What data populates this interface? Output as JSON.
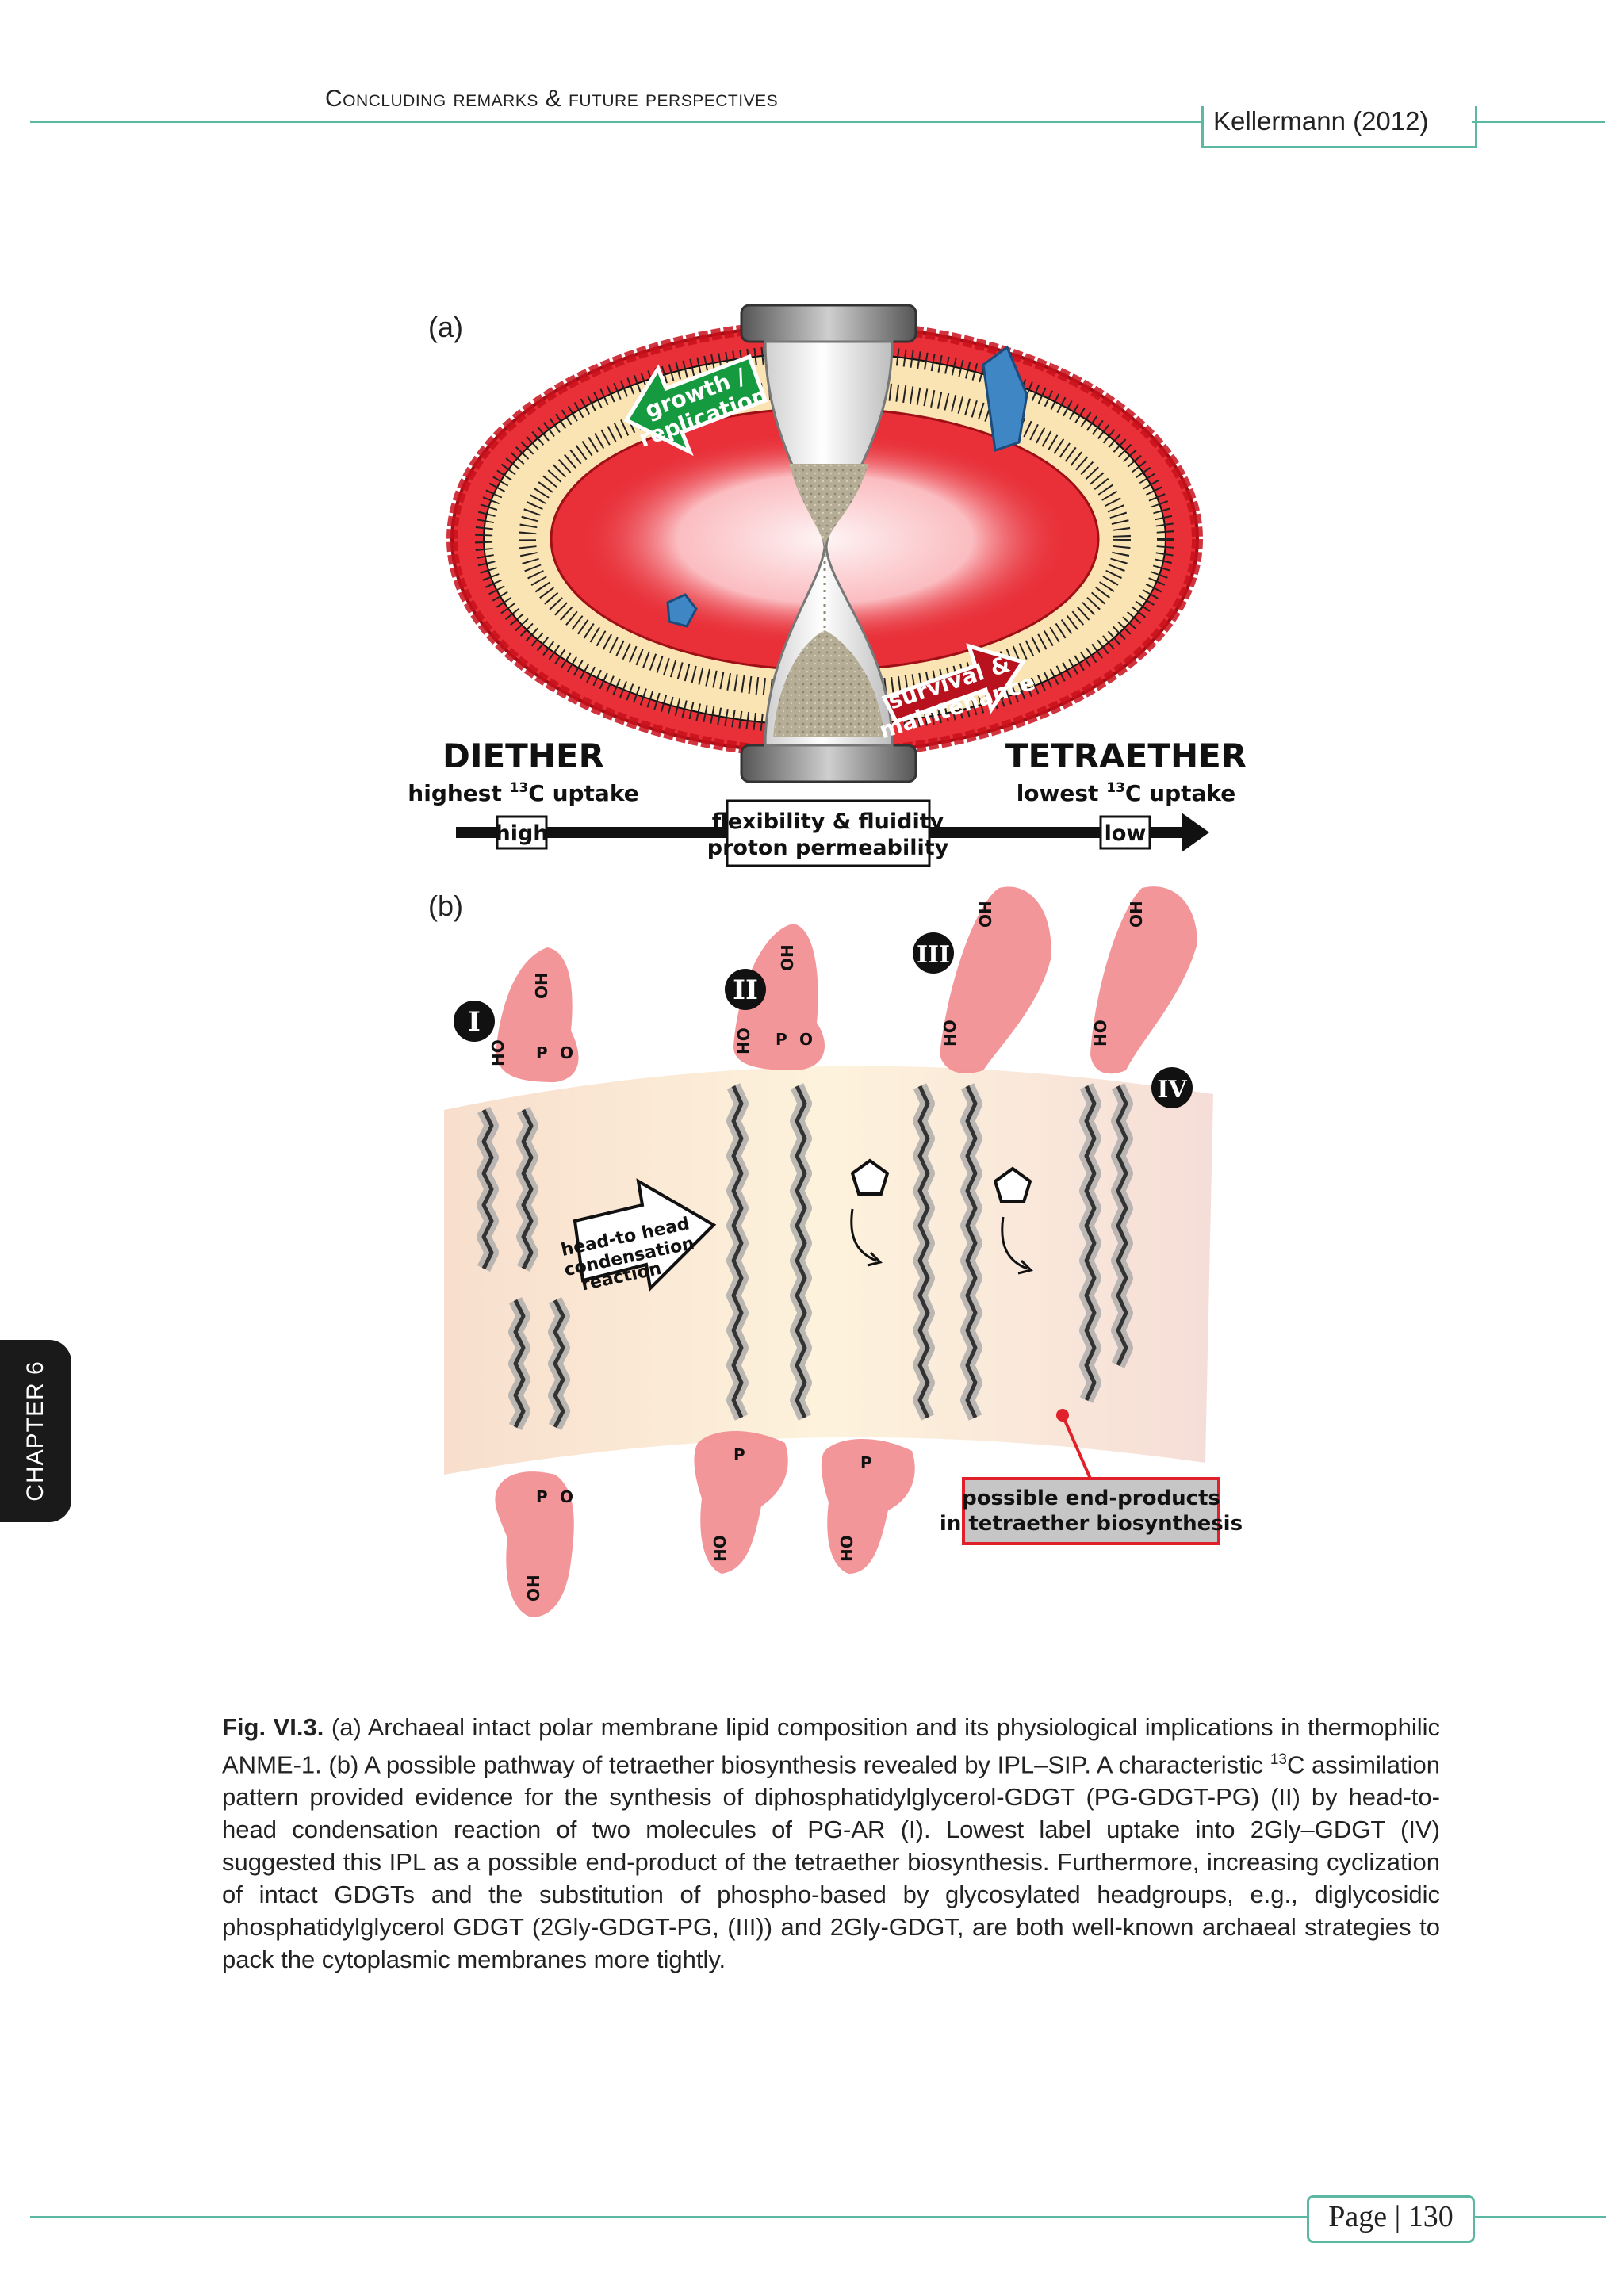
{
  "header": {
    "running_title": "Concluding remarks & future perspectives",
    "author_year": "Kellermann (2012)"
  },
  "chapter_tab": {
    "label": "CHAPTER 6"
  },
  "figure": {
    "panel_a": {
      "label": "(a)",
      "growth_arrow": [
        "growth /",
        "replication"
      ],
      "survival_arrow": [
        "survival &",
        "maintenance"
      ],
      "left_title": "DIETHER",
      "right_title": "TETRAETHER",
      "left_sub_prefix": "highest ",
      "left_sub_sup": "13",
      "left_sub_suffix": "C uptake",
      "right_sub_prefix": "lowest ",
      "right_sub_sup": "13",
      "right_sub_suffix": "C uptake",
      "high": "high",
      "low": "low",
      "center_box": [
        "flexibility & fluidity",
        "proton permeability"
      ]
    },
    "panel_b": {
      "label": "(b)",
      "roman": [
        "I",
        "II",
        "III",
        "IV"
      ],
      "reaction_arrow": [
        "head-to head",
        "condensation",
        "reaction"
      ],
      "end_products": [
        "possible end-products",
        "in tetraether biosynthesis"
      ],
      "oh": "OH",
      "ho": "HO",
      "p": "P",
      "o": "O"
    }
  },
  "caption": {
    "fig_label": "Fig. VI.3.",
    "part1": " (a) Archaeal intact polar membrane lipid composition and its physiological implications in thermophilic ANME-1. (b) A possible pathway of tetraether biosynthesis revealed by IPL–SIP. A characteristic ",
    "sup": "13",
    "part2": "C assimilation pattern provided evidence for the synthesis of diphosphatidylglycerol-GDGT (PG-GDGT-PG) (II) by head-to-head condensation reaction of two molecules of PG-AR (I). Lowest label uptake into 2Gly–GDGT (IV) suggested this IPL as a possible end-product of the tetraether biosynthesis. Furthermore, increasing cyclization of intact GDGTs and the substitution of phospho-based by glycosylated headgroups, e.g., diglycosidic phosphatidylglycerol GDGT (2Gly-GDGT-PG, (III)) and 2Gly-GDGT, are both well-known archaeal strategies to pack the cytoplasmic membranes more tightly."
  },
  "footer": {
    "page": "Page | 130"
  }
}
